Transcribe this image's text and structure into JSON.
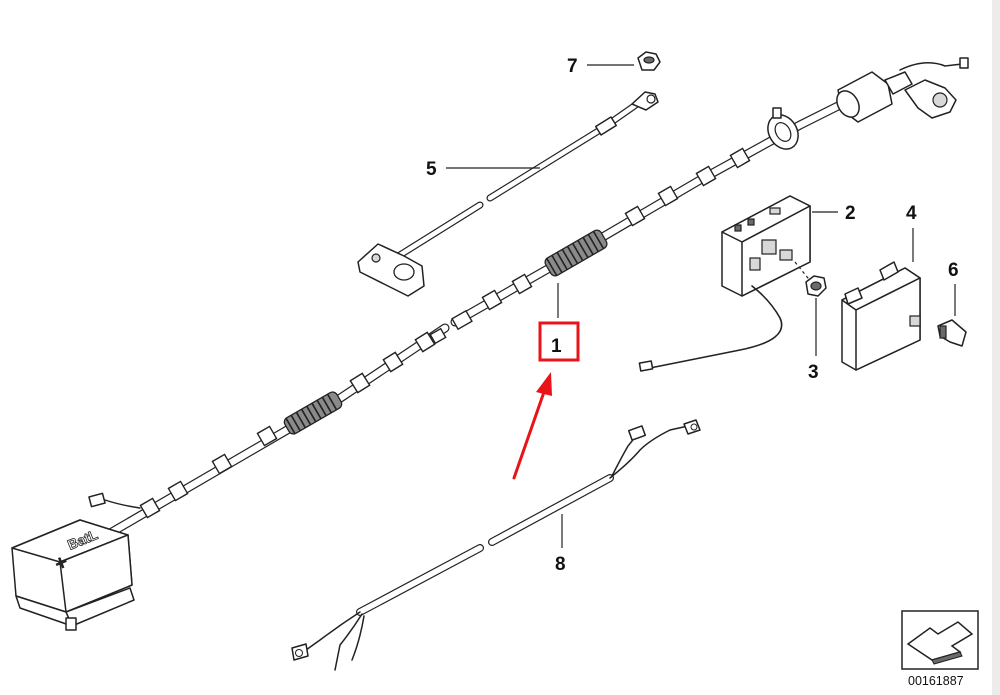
{
  "parts": [
    {
      "id": "1",
      "label": "1",
      "highlighted": true
    },
    {
      "id": "2",
      "label": "2"
    },
    {
      "id": "3",
      "label": "3"
    },
    {
      "id": "4",
      "label": "4"
    },
    {
      "id": "5",
      "label": "5"
    },
    {
      "id": "6",
      "label": "6"
    },
    {
      "id": "7",
      "label": "7"
    },
    {
      "id": "8",
      "label": "8"
    }
  ],
  "battery_marking": {
    "text": "BatL",
    "symbol": "+"
  },
  "reference_code": "00161887",
  "colors": {
    "line": "#222222",
    "highlight": "#e8141a",
    "arrow": "#e8141a",
    "background": "#ffffff"
  }
}
